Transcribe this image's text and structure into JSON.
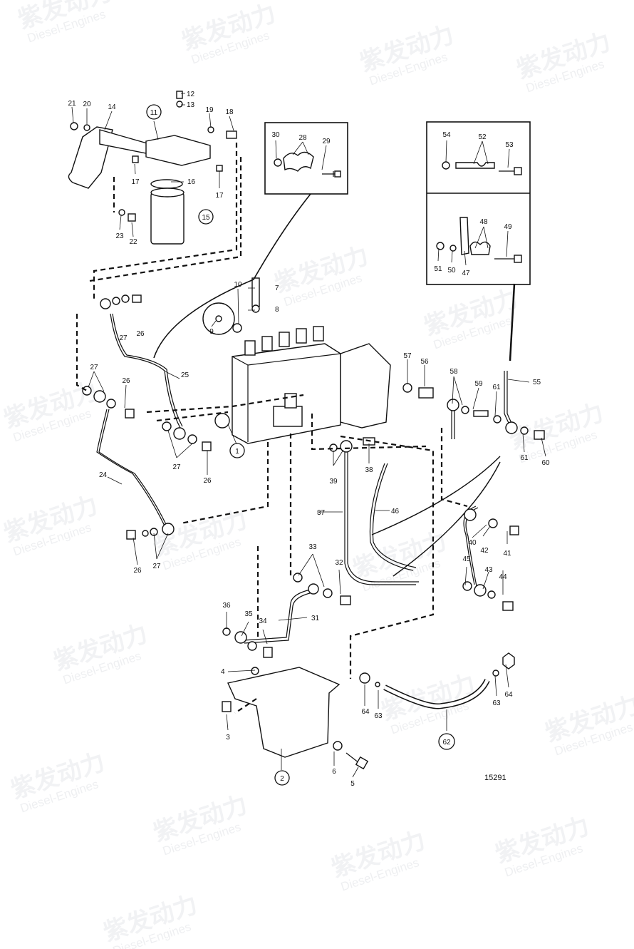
{
  "watermark": {
    "chinese": "紫发动力",
    "english": "Diesel-Engines"
  },
  "figure_number": "15291",
  "circled_labels": [
    "11",
    "15",
    "1",
    "2",
    "62"
  ],
  "labels": {
    "l1": "1",
    "l2": "2",
    "l3": "3",
    "l4": "4",
    "l5": "5",
    "l6": "6",
    "l7": "7",
    "l8": "8",
    "l9": "9",
    "l10": "10",
    "l12": "12",
    "l13": "13",
    "l14": "14",
    "l16": "16",
    "l17a": "17",
    "l17b": "17",
    "l18": "18",
    "l19": "19",
    "l20": "20",
    "l21": "21",
    "l22": "22",
    "l23": "23",
    "l24": "24",
    "l25": "25",
    "l26a": "26",
    "l26b": "26",
    "l26c": "26",
    "l26d": "26",
    "l27a": "27",
    "l27b": "27",
    "l27c": "27",
    "l27d": "27",
    "l28": "28",
    "l29": "29",
    "l30": "30",
    "l31": "31",
    "l32": "32",
    "l33": "33",
    "l34": "34",
    "l35": "35",
    "l36": "36",
    "l37": "37",
    "l38": "38",
    "l39": "39",
    "l40": "40",
    "l41": "41",
    "l42": "42",
    "l43": "43",
    "l44": "44",
    "l45": "45",
    "l46": "46",
    "l47": "47",
    "l48": "48",
    "l49": "49",
    "l50": "50",
    "l51": "51",
    "l52": "52",
    "l53": "53",
    "l54": "54",
    "l55": "55",
    "l56": "56",
    "l57": "57",
    "l58": "58",
    "l59": "59",
    "l60": "60",
    "l61a": "61",
    "l61b": "61",
    "l63a": "63",
    "l63b": "63",
    "l64a": "64",
    "l64b": "64"
  }
}
